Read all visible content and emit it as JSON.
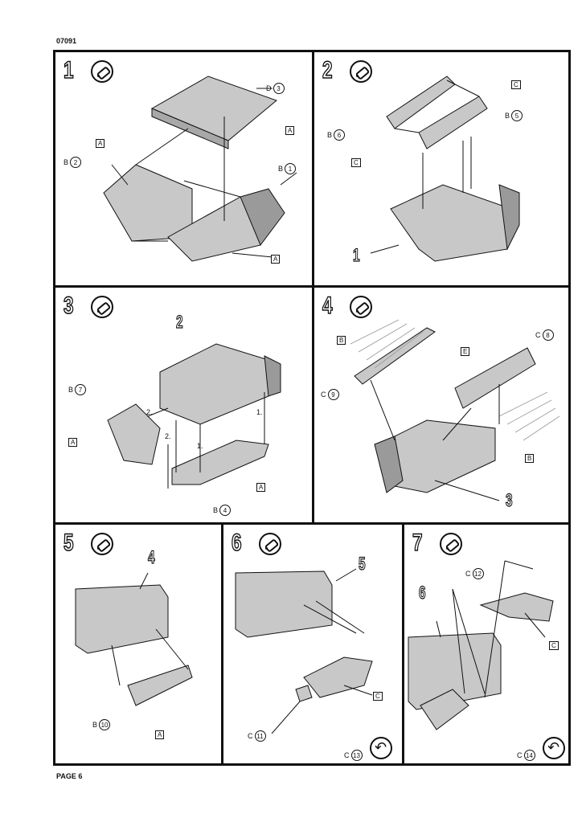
{
  "header": {
    "code": "07091"
  },
  "footer": {
    "page": "PAGE 6"
  },
  "steps": [
    {
      "num": "1",
      "parts": [
        {
          "sprue": "D",
          "id": "3"
        },
        {
          "sprue": "B",
          "id": "2"
        },
        {
          "sprue": "B",
          "id": "1"
        }
      ],
      "sprue_tags": [
        "A",
        "A",
        "A"
      ]
    },
    {
      "num": "2",
      "parts": [
        {
          "sprue": "B",
          "id": "6"
        },
        {
          "sprue": "B",
          "id": "5"
        }
      ],
      "sprue_tags": [
        "C",
        "C"
      ],
      "ref": "1"
    },
    {
      "num": "3",
      "parts": [
        {
          "sprue": "B",
          "id": "7"
        },
        {
          "sprue": "B",
          "id": "4"
        }
      ],
      "sprue_tags": [
        "A",
        "A"
      ],
      "ref": "2",
      "order": [
        "2.",
        "2.",
        "1.",
        "1."
      ]
    },
    {
      "num": "4",
      "parts": [
        {
          "sprue": "C",
          "id": "8"
        },
        {
          "sprue": "C",
          "id": "9"
        }
      ],
      "sprue_tags": [
        "B",
        "E",
        "B"
      ],
      "ref": "3"
    },
    {
      "num": "5",
      "parts": [
        {
          "sprue": "B",
          "id": "10"
        }
      ],
      "sprue_tags": [
        "A"
      ],
      "ref": "4"
    },
    {
      "num": "6",
      "parts": [
        {
          "sprue": "C",
          "id": "11"
        },
        {
          "sprue": "C",
          "id": "13"
        }
      ],
      "sprue_tags": [
        "C"
      ],
      "ref": "5"
    },
    {
      "num": "7",
      "parts": [
        {
          "sprue": "C",
          "id": "12"
        },
        {
          "sprue": "C",
          "id": "14"
        }
      ],
      "sprue_tags": [
        "C"
      ],
      "ref": "6"
    }
  ]
}
